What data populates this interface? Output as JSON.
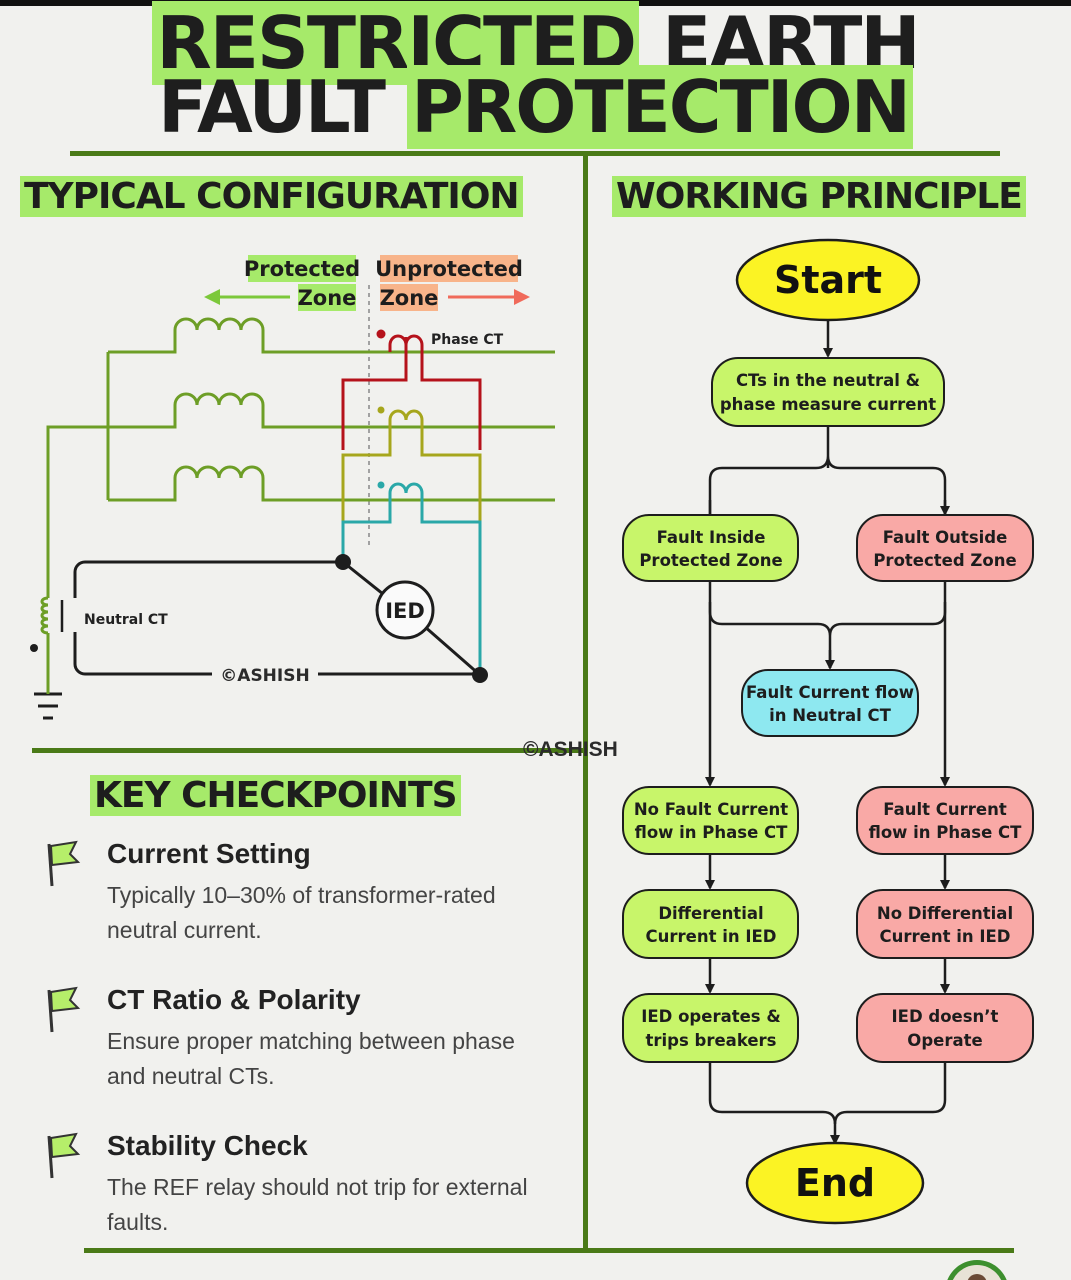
{
  "title": {
    "line1_highlight": "RESTRICTED",
    "line1_rest": "EARTH",
    "line2_first": "FAULT",
    "line2_highlight": "PROTECTION"
  },
  "sections": {
    "left": "TYPICAL CONFIGURATION",
    "right": "WORKING PRINCIPLE",
    "checkpoints": "KEY CHECKPOINTS"
  },
  "diagram": {
    "protected_zone_1": "Protected",
    "protected_zone_2": "Zone",
    "unprotected_zone_1": "Unprotected",
    "unprotected_zone_2": "Zone",
    "phase_ct": "Phase CT",
    "neutral_ct": "Neutral CT",
    "ied": "IED",
    "watermark": "©ASHISH"
  },
  "watermark_center": "©ASHISH",
  "checkpoints": [
    {
      "heading": "Current Setting",
      "line1": "Typically 10–30% of transformer-rated",
      "line2": "neutral current."
    },
    {
      "heading": "CT Ratio & Polarity",
      "line1": "Ensure proper matching between phase",
      "line2": "and neutral CTs."
    },
    {
      "heading": "Stability Check",
      "line1": "The REF relay should not trip for external",
      "line2": "faults."
    }
  ],
  "flow": {
    "start": "Start",
    "measure_1": "CTs in the neutral &",
    "measure_2": "phase measure current",
    "inside_1": "Fault Inside",
    "inside_2": "Protected Zone",
    "outside_1": "Fault Outside",
    "outside_2": "Protected Zone",
    "neutral_1": "Fault Current flow",
    "neutral_2": "in Neutral CT",
    "nofault_1": "No Fault Current",
    "nofault_2": "flow in Phase CT",
    "fault_1": "Fault Current",
    "fault_2": "flow in Phase CT",
    "diff_1": "Differential",
    "diff_2": "Current in IED",
    "nodiff_1": "No Differential",
    "nodiff_2": "Current in IED",
    "trip_1": "IED operates &",
    "trip_2": "trips breakers",
    "notrip_1": "IED doesn’t",
    "notrip_2": "Operate",
    "end": "End"
  },
  "colors": {
    "highlight": "#a6ea6a",
    "green_box": "#c8f56a",
    "red_box": "#f9a9a6",
    "cyan_box": "#8ee8f0",
    "terminal": "#fbf324",
    "rule": "#4a7a17"
  }
}
